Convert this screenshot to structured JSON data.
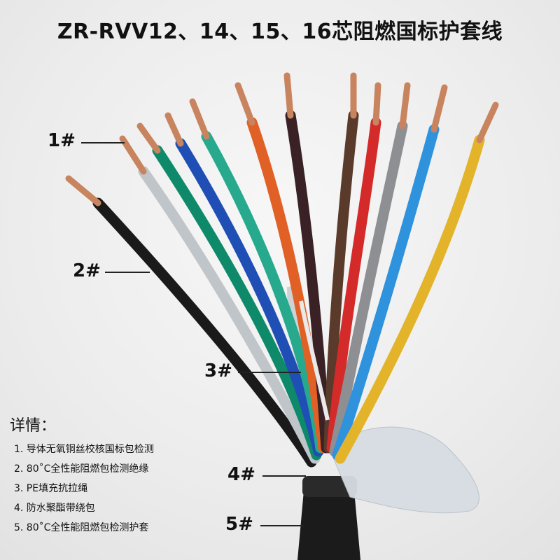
{
  "title": "ZR-RVV12、14、15、16芯阻燃国标护套线",
  "callouts": {
    "c1": "1#",
    "c2": "2#",
    "c3": "3#",
    "c4": "4#",
    "c5": "5#"
  },
  "details": {
    "heading": "详情：",
    "items": [
      "1. 导体无氧铜丝校核国标包检测",
      "2. 80˚C全性能阻燃包检测绝缘",
      "3. PE填充抗拉绳",
      "4. 防水聚酯带绕包",
      "5. 80˚C全性能阻燃包检测护套"
    ]
  },
  "wire_colors": [
    "#1a1a1a",
    "#bfc5c9",
    "#0e8a6a",
    "#1f4fb5",
    "#27a98e",
    "#e06026",
    "#3a2126",
    "#5a3a2a",
    "#d42a2a",
    "#8d8f93",
    "#2f92dd",
    "#e3b32a"
  ],
  "copper_color": "#c8845e"
}
